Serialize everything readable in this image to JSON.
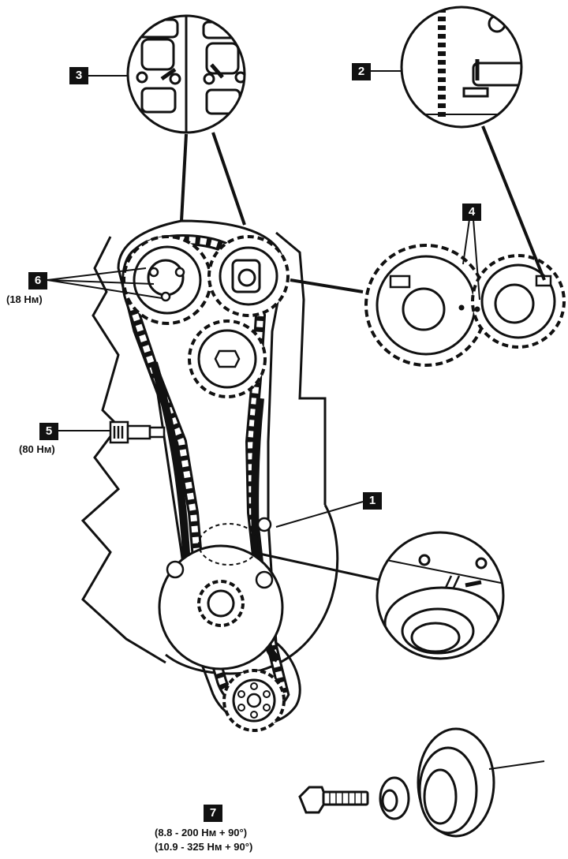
{
  "callouts": {
    "c1": "1",
    "c2": "2",
    "c3": "3",
    "c4": "4",
    "c5": "5",
    "c6": "6",
    "c7": "7"
  },
  "torques": {
    "t6": "(18 Нм)",
    "t5": "(80 Нм)",
    "t7a": "(8.8 - 200 Нм + 90°)",
    "t7b": "(10.9 - 325 Нм + 90°)"
  },
  "colors": {
    "ink": "#111111",
    "paper": "#ffffff"
  }
}
